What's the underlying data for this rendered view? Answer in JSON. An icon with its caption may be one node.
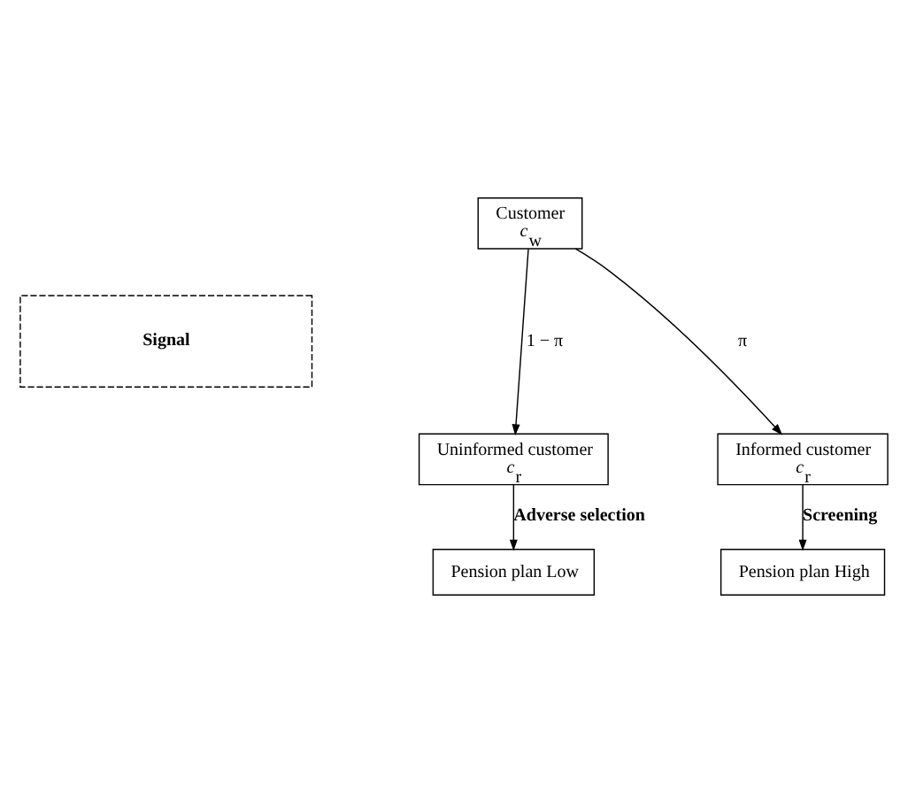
{
  "diagram": {
    "nodes": [
      {
        "text": [
          "Customer",
          "c$_{w}$"
        ]
      },
      {
        "text": [
          "Signal"
        ]
      },
      {
        "text": [
          "Uninformed customer",
          "c$_{r}$"
        ]
      },
      {
        "text": [
          "Informed customer",
          "c$_{r}$"
        ]
      },
      {
        "text": [
          "Pension plan Low"
        ]
      },
      {
        "text": [
          "Pension plan High"
        ]
      }
    ],
    "edges": [
      {
        "from": 0,
        "to": 2,
        "arrow": "to",
        "label": "1 − π"
      },
      {
        "from": 0,
        "to": 3,
        "arrow": "to",
        "label": "π"
      },
      {
        "from": 2,
        "to": 4,
        "arrow": "to",
        "label": "Adverse selection"
      },
      {
        "from": 3,
        "to": 5,
        "arrow": "to",
        "label": "Screening"
      }
    ]
  }
}
